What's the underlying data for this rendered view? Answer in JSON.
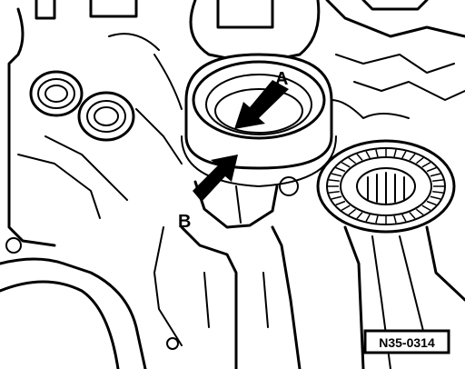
{
  "labels": {
    "arrow_a": "A",
    "arrow_b": "B"
  },
  "reference_code": "N35-0314",
  "colors": {
    "ink": "#000000",
    "paper": "#ffffff"
  }
}
